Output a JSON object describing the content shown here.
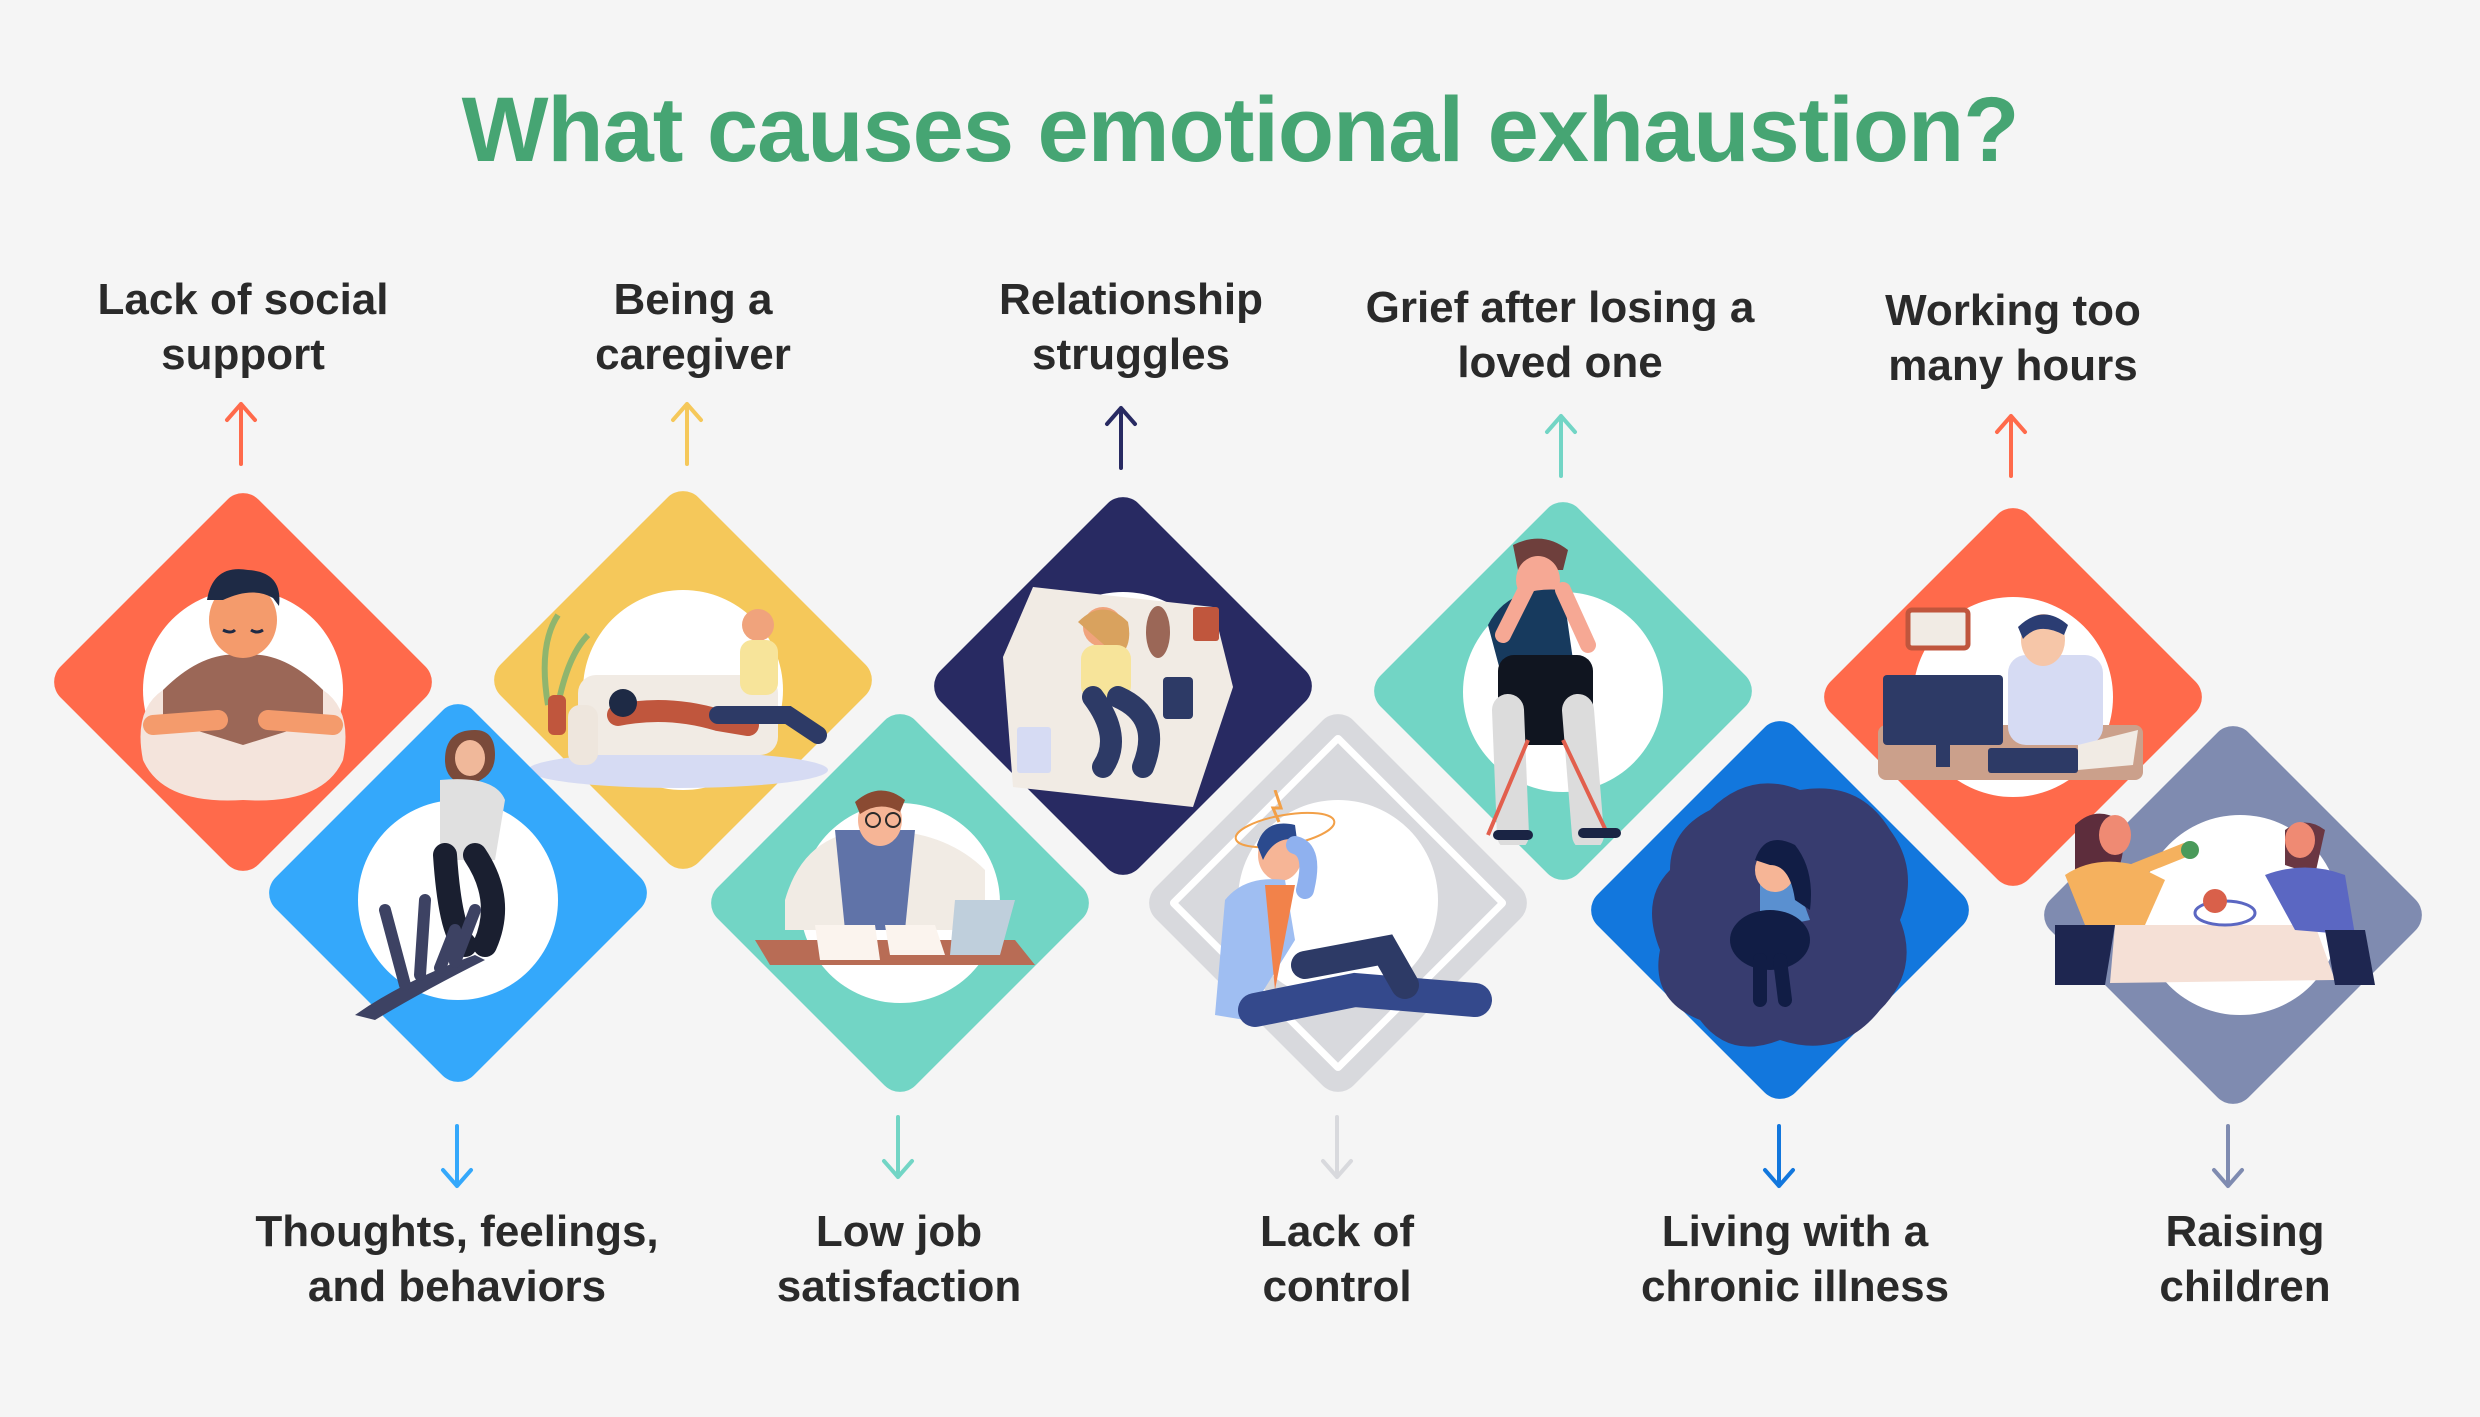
{
  "title": "What causes emotional exhaustion?",
  "causes": [
    {
      "label_line1": "Lack of social",
      "label_line2": "support",
      "color": "#ff6a4b",
      "position": "top",
      "illustration": "man-arms-crossed-sad"
    },
    {
      "label_line1": "Thoughts, feelings,",
      "label_line2": "and behaviors",
      "color": "#34a8fb",
      "position": "bottom",
      "illustration": "woman-shadow-hands"
    },
    {
      "label_line1": "Being a",
      "label_line2": "caregiver",
      "color": "#f5c85a",
      "position": "top",
      "illustration": "women-on-sofa"
    },
    {
      "label_line1": "Low job",
      "label_line2": "satisfaction",
      "color": "#72d5c5",
      "position": "bottom",
      "illustration": "stressed-man-at-desk"
    },
    {
      "label_line1": "Relationship",
      "label_line2": "struggles",
      "color": "#282a62",
      "position": "top",
      "illustration": "woman-lying-on-rug"
    },
    {
      "label_line1": "Lack of",
      "label_line2": "control",
      "color": "#d8d9dd",
      "position": "bottom",
      "illustration": "dizzy-man-sitting"
    },
    {
      "label_line1": "Grief after losing a",
      "label_line2": "loved one",
      "color": "#72d5c5",
      "position": "top",
      "illustration": "man-on-chair-head-in-hands"
    },
    {
      "label_line1": "Living with a",
      "label_line2": "chronic illness",
      "color": "#1277dd",
      "position": "bottom",
      "illustration": "woman-hugging-knees-cloud"
    },
    {
      "label_line1": "Working too",
      "label_line2": "many hours",
      "color": "#ff6a4b",
      "position": "top",
      "illustration": "tired-man-at-computer"
    },
    {
      "label_line1": "Raising",
      "label_line2": "children",
      "color": "#7f8bb0",
      "position": "bottom",
      "illustration": "couple-arguing-at-table"
    }
  ],
  "colors": {
    "title": "#46a573",
    "text": "#2a2a2a",
    "background": "#f5f5f5"
  }
}
